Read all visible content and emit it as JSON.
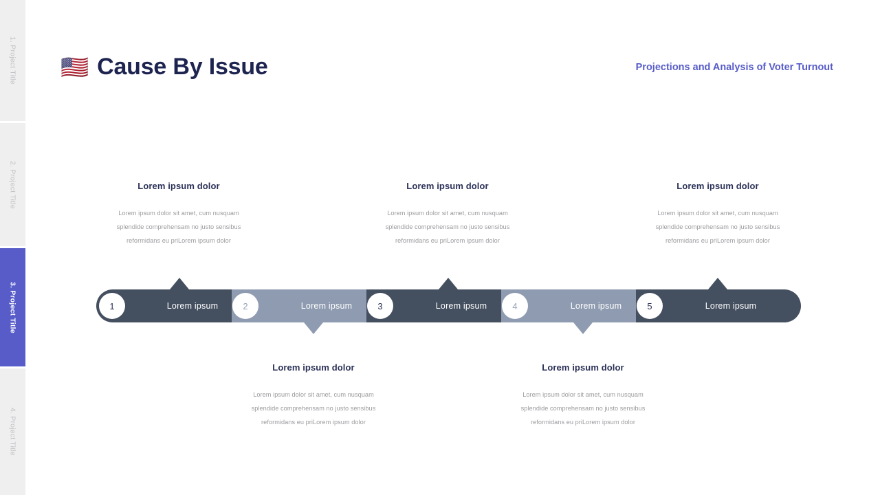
{
  "sidebar": {
    "items": [
      {
        "label": "1. Project Title",
        "active": false
      },
      {
        "label": "2. Project Title",
        "active": false
      },
      {
        "label": "3. Project Title",
        "active": true
      },
      {
        "label": "4. Project Title",
        "active": false
      }
    ]
  },
  "header": {
    "flag_icon": "flag-us-icon",
    "flag_glyph": "🇺🇸",
    "title": "Cause By Issue",
    "subtitle": "Projections and Analysis of Voter Turnout",
    "title_color": "#1d2450",
    "subtitle_color": "#575cc8"
  },
  "colors": {
    "segment_dark": "#444f5f",
    "segment_light": "#8e9bb0",
    "accent": "#575cc8",
    "heading": "#2b3157",
    "body_text": "#9b9b9f",
    "sidebar_bg": "#efeff0",
    "sidebar_text": "#c2c2c4"
  },
  "timeline": {
    "steps": [
      {
        "number": "1",
        "label": "Lorem ipsum",
        "tone": "dark",
        "pointer": "up"
      },
      {
        "number": "2",
        "label": "Lorem ipsum",
        "tone": "light",
        "pointer": "down"
      },
      {
        "number": "3",
        "label": "Lorem ipsum",
        "tone": "dark",
        "pointer": "up"
      },
      {
        "number": "4",
        "label": "Lorem ipsum",
        "tone": "light",
        "pointer": "down"
      },
      {
        "number": "5",
        "label": "Lorem ipsum",
        "tone": "dark",
        "pointer": "up"
      }
    ]
  },
  "blocks": {
    "top": [
      {
        "heading": "Lorem ipsum dolor",
        "line1": "Lorem ipsum dolor sit amet, cum nusquam",
        "line2": "splendide comprehensam no justo sensibus",
        "line3": "reformidans eu priLorem ipsum dolor"
      },
      {
        "heading": "Lorem ipsum dolor",
        "line1": "Lorem ipsum dolor sit amet, cum nusquam",
        "line2": "splendide comprehensam no justo sensibus",
        "line3": "reformidans eu priLorem ipsum dolor"
      },
      {
        "heading": "Lorem ipsum dolor",
        "line1": "Lorem ipsum dolor sit amet, cum nusquam",
        "line2": "splendide comprehensam no justo sensibus",
        "line3": "reformidans eu priLorem ipsum dolor"
      }
    ],
    "bottom": [
      {
        "heading": "Lorem ipsum dolor",
        "line1": "Lorem ipsum dolor sit amet, cum nusquam",
        "line2": "splendide comprehensam no justo sensibus",
        "line3": "reformidans eu priLorem ipsum dolor"
      },
      {
        "heading": "Lorem ipsum dolor",
        "line1": "Lorem ipsum dolor sit amet, cum nusquam",
        "line2": "splendide comprehensam no justo sensibus",
        "line3": "reformidans eu priLorem ipsum dolor"
      }
    ]
  }
}
